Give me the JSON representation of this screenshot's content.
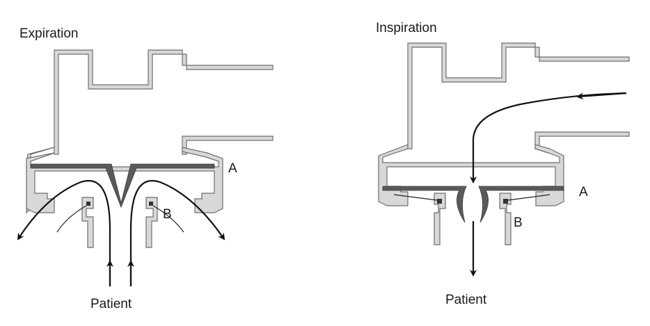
{
  "left_panel": {
    "title": "Expiration",
    "label_a": "A",
    "label_b": "B",
    "bottom_label": "Patient"
  },
  "right_panel": {
    "title": "Inspiration",
    "label_a": "A",
    "label_b": "B",
    "bottom_label": "Patient"
  },
  "colors": {
    "housing_fill": "#d8d8d8",
    "housing_stroke": "#6e6e6e",
    "diaphragm": "#5a5a5a",
    "arrow": "#111111"
  }
}
